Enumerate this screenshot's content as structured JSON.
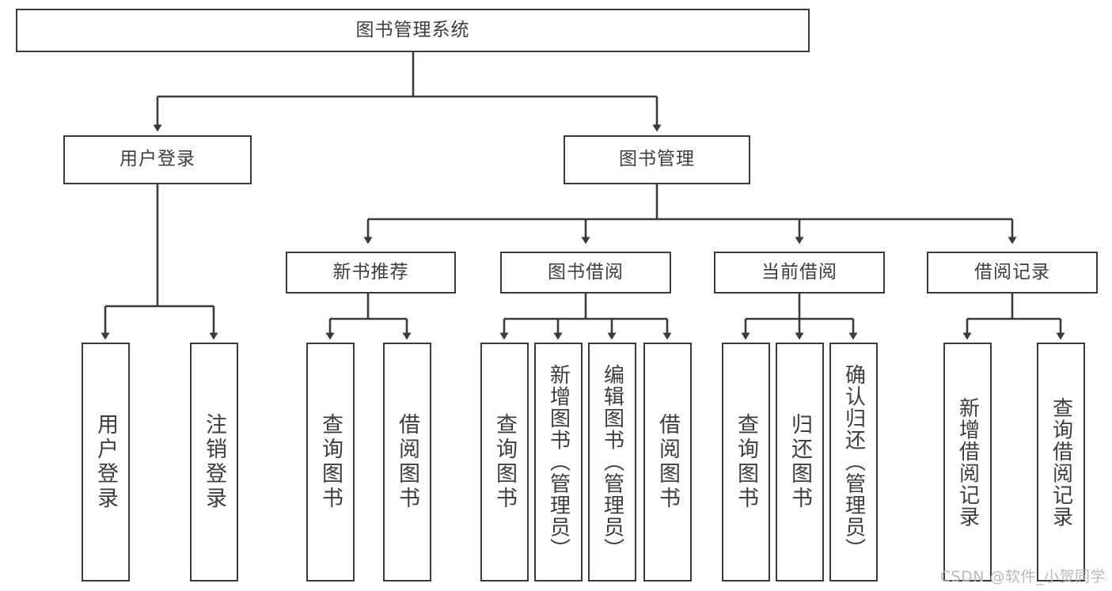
{
  "diagram": {
    "title": "图书管理系统",
    "type": "tree-hierarchy-chart",
    "watermark": "CSDN @软件_小贺同学",
    "colors": {
      "border": "#3a3a3a",
      "text": "#3d3d3d",
      "background": "#ffffff",
      "watermark": "#b9b9b9"
    },
    "root": {
      "label": "图书管理系统"
    },
    "level2": [
      {
        "key": "user-login",
        "label": "用户登录"
      },
      {
        "key": "book-management",
        "label": "图书管理"
      }
    ],
    "level3": [
      {
        "key": "new-book-recommend",
        "label": "新书推荐"
      },
      {
        "key": "book-borrow",
        "label": "图书借阅"
      },
      {
        "key": "current-borrow",
        "label": "当前借阅"
      },
      {
        "key": "borrow-record",
        "label": "借阅记录"
      }
    ],
    "leaves": [
      {
        "key": "user-login-action",
        "label": "用户登录"
      },
      {
        "key": "logout-action",
        "label": "注销登录"
      },
      {
        "key": "query-book-1",
        "label": "查询图书"
      },
      {
        "key": "borrow-book-1",
        "label": "借阅图书"
      },
      {
        "key": "query-book-2",
        "label": "查询图书"
      },
      {
        "key": "add-book-admin",
        "label": "新增图书（管理员）"
      },
      {
        "key": "edit-book-admin",
        "label": "编辑图书（管理员）"
      },
      {
        "key": "borrow-book-2",
        "label": "借阅图书"
      },
      {
        "key": "query-book-3",
        "label": "查询图书"
      },
      {
        "key": "return-book",
        "label": "归还图书"
      },
      {
        "key": "confirm-return-admin",
        "label": "确认归还（管理员）"
      },
      {
        "key": "add-borrow-record",
        "label": "新增借阅记录"
      },
      {
        "key": "query-borrow-record",
        "label": "查询借阅记录"
      }
    ]
  }
}
